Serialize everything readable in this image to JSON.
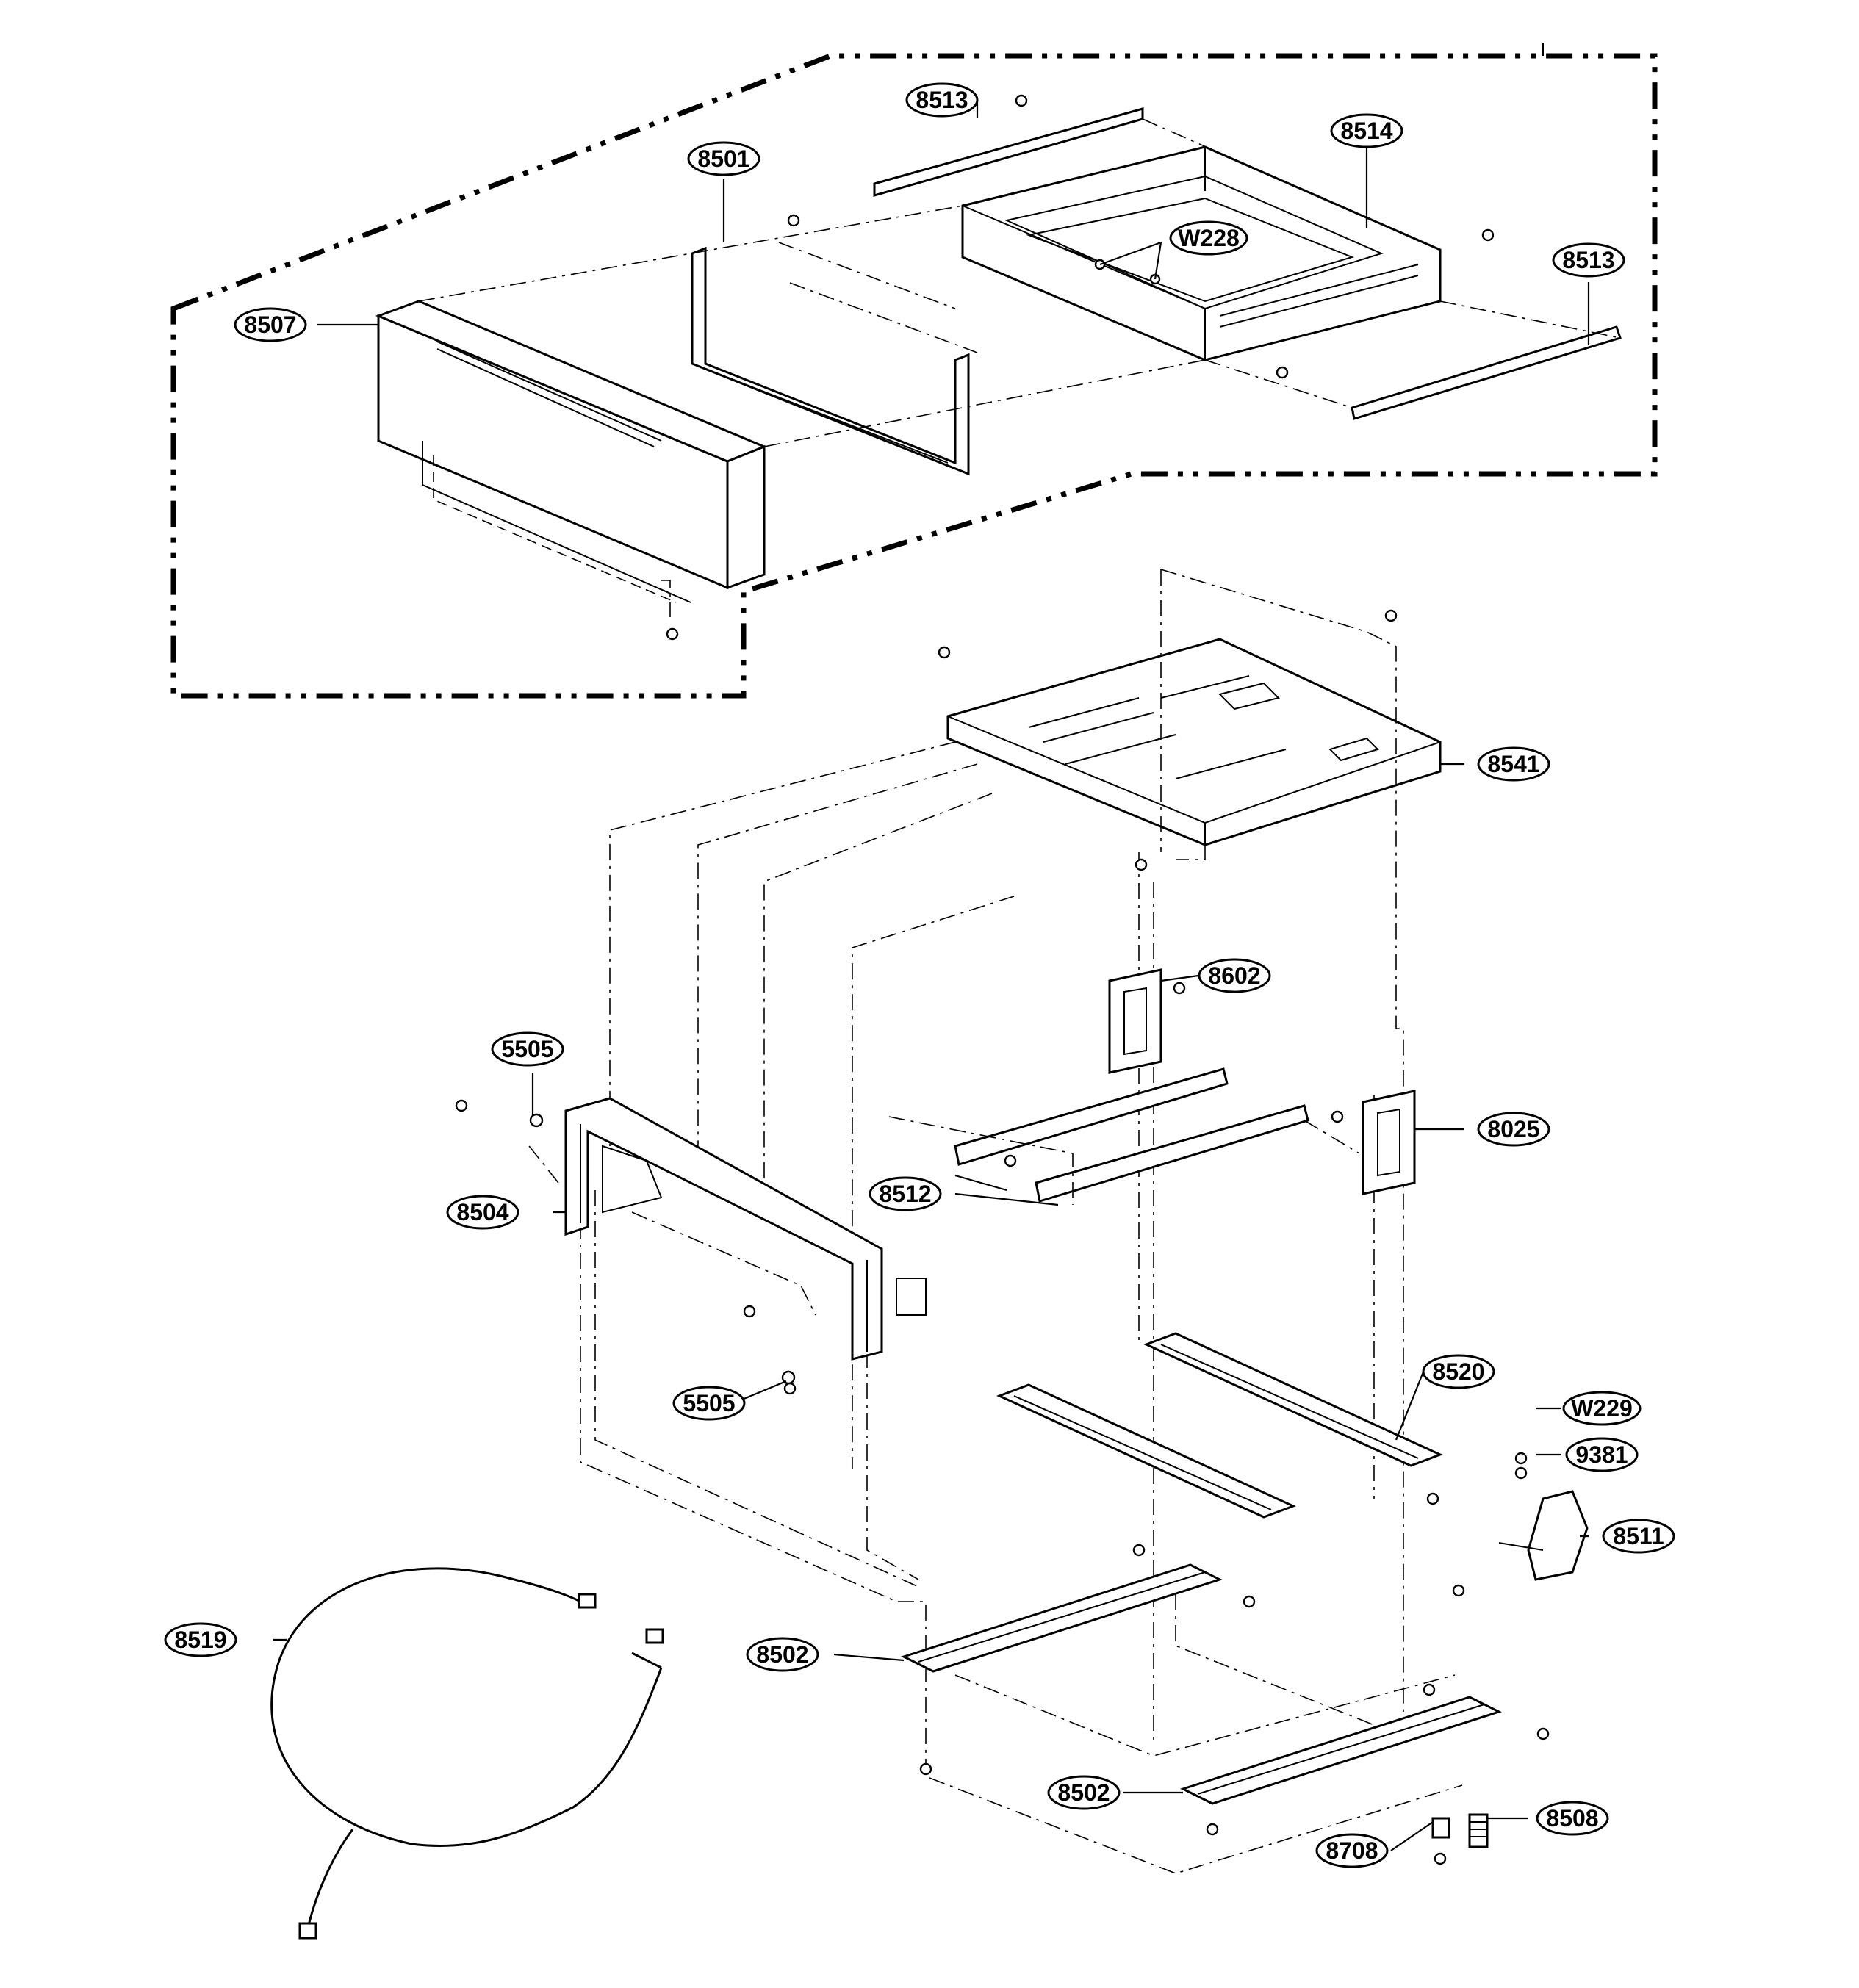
{
  "callouts": [
    {
      "id": "c8513a",
      "text": "8513"
    },
    {
      "id": "c8514",
      "text": "8514"
    },
    {
      "id": "c8501",
      "text": "8501"
    },
    {
      "id": "cW228",
      "text": "W228"
    },
    {
      "id": "c8513b",
      "text": "8513"
    },
    {
      "id": "c8507",
      "text": "8507"
    },
    {
      "id": "c8541",
      "text": "8541"
    },
    {
      "id": "c8602",
      "text": "8602"
    },
    {
      "id": "c5505a",
      "text": "5505"
    },
    {
      "id": "c8025",
      "text": "8025"
    },
    {
      "id": "c8504",
      "text": "8504"
    },
    {
      "id": "c8512",
      "text": "8512"
    },
    {
      "id": "c5505b",
      "text": "5505"
    },
    {
      "id": "c8520",
      "text": "8520"
    },
    {
      "id": "cW229",
      "text": "W229"
    },
    {
      "id": "c9381",
      "text": "9381"
    },
    {
      "id": "c8511",
      "text": "8511"
    },
    {
      "id": "c8519",
      "text": "8519"
    },
    {
      "id": "c8502a",
      "text": "8502"
    },
    {
      "id": "c8502b",
      "text": "8502"
    },
    {
      "id": "c8508",
      "text": "8508"
    },
    {
      "id": "c8708",
      "text": "8708"
    }
  ]
}
